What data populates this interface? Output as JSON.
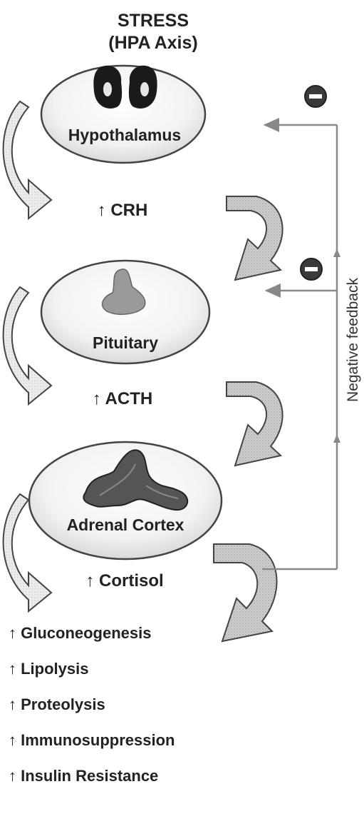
{
  "diagram": {
    "title_line1": "STRESS",
    "title_line2": "(HPA Axis)",
    "organs": {
      "hypothalamus": "Hypothalamus",
      "pituitary": "Pituitary",
      "adrenal": "Adrenal Cortex"
    },
    "hormones": {
      "crh": "↑ CRH",
      "acth": "↑ ACTH",
      "cortisol": "↑ Cortisol"
    },
    "effects": [
      "↑ Gluconeogenesis",
      "↑ Lipolysis",
      "↑ Proteolysis",
      "↑ Immunosuppression",
      "↑ Insulin Resistance"
    ],
    "feedback_label": "Negative feedback",
    "inhibit_symbol": "−"
  }
}
